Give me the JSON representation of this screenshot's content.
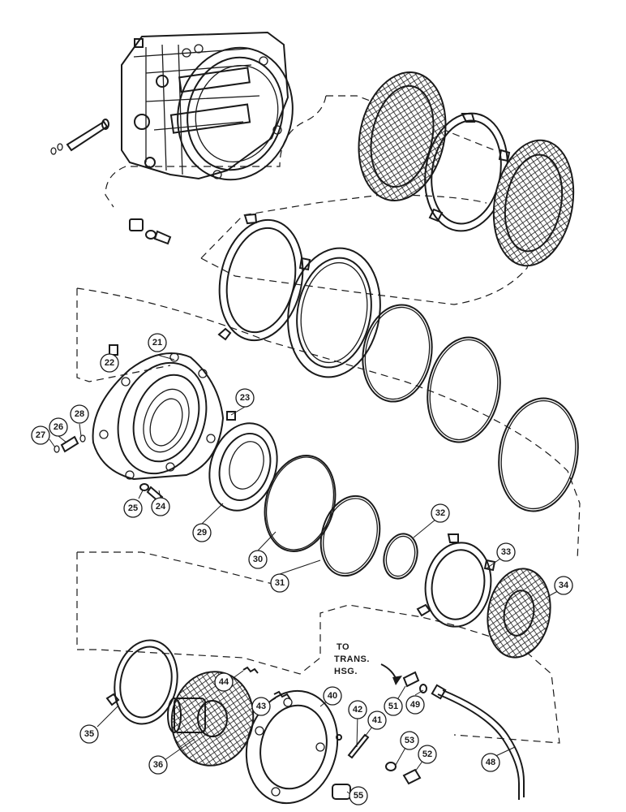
{
  "diagram": {
    "callouts": [
      {
        "id": "21",
        "label": "21"
      },
      {
        "id": "22",
        "label": "22"
      },
      {
        "id": "23",
        "label": "23"
      },
      {
        "id": "24",
        "label": "24"
      },
      {
        "id": "25",
        "label": "25"
      },
      {
        "id": "26",
        "label": "26"
      },
      {
        "id": "27",
        "label": "27"
      },
      {
        "id": "28",
        "label": "28"
      },
      {
        "id": "29",
        "label": "29"
      },
      {
        "id": "30",
        "label": "30"
      },
      {
        "id": "31",
        "label": "31"
      },
      {
        "id": "32",
        "label": "32"
      },
      {
        "id": "33",
        "label": "33"
      },
      {
        "id": "34",
        "label": "34"
      },
      {
        "id": "35",
        "label": "35"
      },
      {
        "id": "36",
        "label": "36"
      },
      {
        "id": "40",
        "label": "40"
      },
      {
        "id": "41",
        "label": "41"
      },
      {
        "id": "42",
        "label": "42"
      },
      {
        "id": "43",
        "label": "43"
      },
      {
        "id": "44",
        "label": "44"
      },
      {
        "id": "48",
        "label": "48"
      },
      {
        "id": "49",
        "label": "49"
      },
      {
        "id": "51",
        "label": "51"
      },
      {
        "id": "52",
        "label": "52"
      },
      {
        "id": "53",
        "label": "53"
      },
      {
        "id": "55",
        "label": "55"
      }
    ],
    "note": {
      "line1": "TO",
      "line2": "TRANS.",
      "line3": "HSG."
    }
  }
}
